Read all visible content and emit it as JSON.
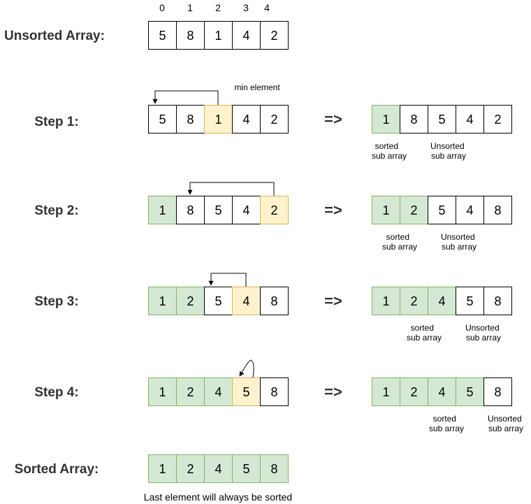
{
  "title": "Unsorted Array:",
  "indices": [
    "0",
    "1",
    "2",
    "3",
    "4"
  ],
  "unsorted": [
    "5",
    "8",
    "1",
    "4",
    "2"
  ],
  "steps": [
    {
      "label": "Step 1:",
      "before": [
        "5",
        "8",
        "1",
        "4",
        "2"
      ],
      "after": [
        "1",
        "8",
        "5",
        "4",
        "2"
      ],
      "note": "min element",
      "sorted_label": [
        "sorted",
        "sub array"
      ],
      "unsorted_label": [
        "Unsorted",
        "sub array"
      ]
    },
    {
      "label": "Step 2:",
      "before": [
        "1",
        "8",
        "5",
        "4",
        "2"
      ],
      "after": [
        "1",
        "2",
        "5",
        "4",
        "8"
      ],
      "sorted_label": [
        "sorted",
        "sub array"
      ],
      "unsorted_label": [
        "Unsorted",
        "sub array"
      ]
    },
    {
      "label": "Step 3:",
      "before": [
        "1",
        "2",
        "5",
        "4",
        "8"
      ],
      "after": [
        "1",
        "2",
        "4",
        "5",
        "8"
      ],
      "sorted_label": [
        "sorted",
        "sub array"
      ],
      "unsorted_label": [
        "Unsorted",
        "sub array"
      ]
    },
    {
      "label": "Step 4:",
      "before": [
        "1",
        "2",
        "4",
        "5",
        "8"
      ],
      "after": [
        "1",
        "2",
        "4",
        "5",
        "8"
      ],
      "sorted_label": [
        "sorted",
        "sub array"
      ],
      "unsorted_label": [
        "Unsorted",
        "sub array"
      ]
    }
  ],
  "arrow_symbol": "=>",
  "sorted_title": "Sorted Array:",
  "sorted": [
    "1",
    "2",
    "4",
    "5",
    "8"
  ],
  "footer": "Last element will always be sorted",
  "colors": {
    "sorted_fill": "#d5e8d4",
    "sorted_stroke": "#82b366",
    "min_fill": "#fff2cc",
    "min_stroke": "#d6b656",
    "plain_fill": "#ffffff",
    "plain_stroke": "#000000"
  }
}
